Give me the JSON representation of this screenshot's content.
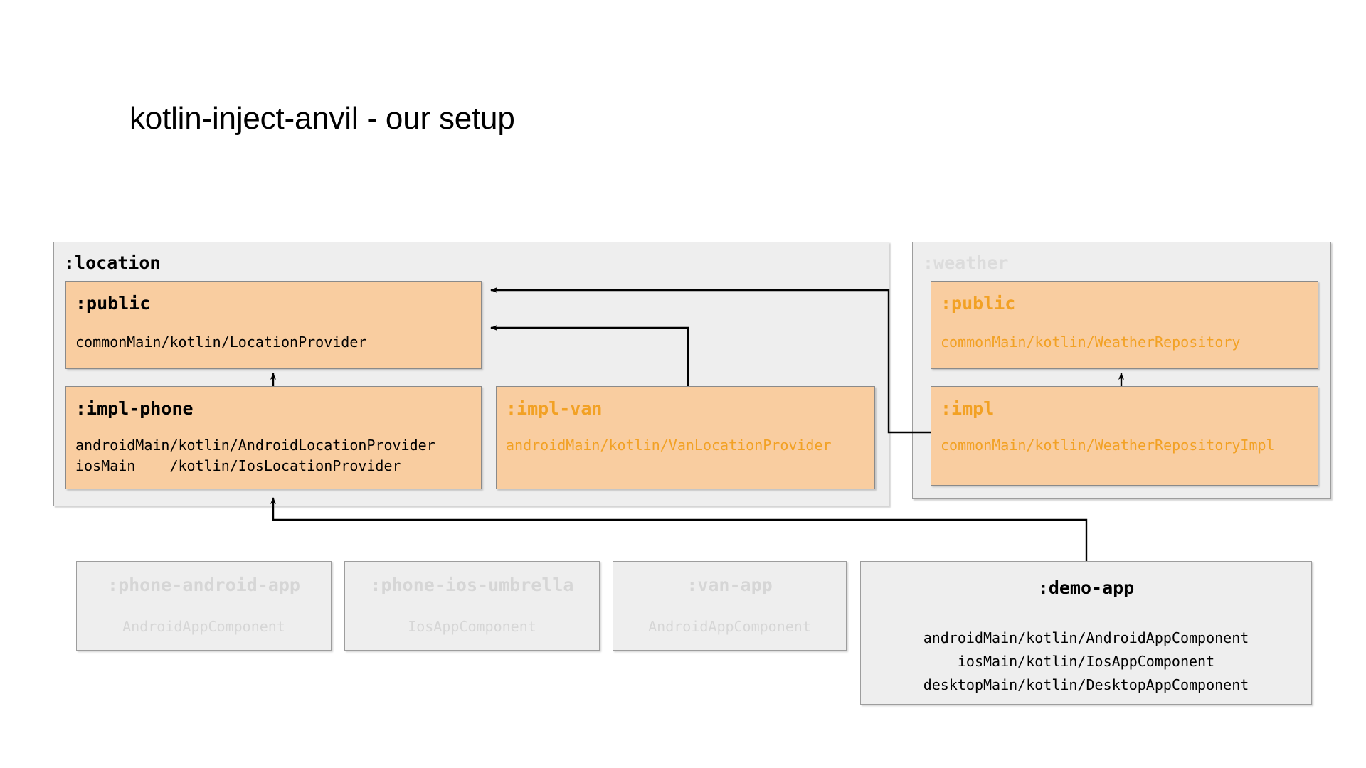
{
  "slide": {
    "title": "kotlin-inject-anvil - our setup",
    "background_color": "#ffffff"
  },
  "colors": {
    "module_fill": "#f9cda0",
    "module_border": "#8a8a8a",
    "group_fill": "#eeeeee",
    "group_border": "#9d9d9d",
    "text_active": "#000000",
    "text_orange": "#f2a124",
    "text_faded": "#d6d6d6",
    "connector": "#000000"
  },
  "groups": [
    {
      "id": "location",
      "label": ":location",
      "state": "active",
      "modules": [
        {
          "id": "location-public",
          "label": ":public",
          "state": "active",
          "sources": [
            "commonMain/kotlin/LocationProvider"
          ]
        },
        {
          "id": "location-impl-phone",
          "label": ":impl-phone",
          "state": "active",
          "sources": [
            "androidMain/kotlin/AndroidLocationProvider",
            "iosMain    /kotlin/IosLocationProvider"
          ]
        },
        {
          "id": "location-impl-van",
          "label": ":impl-van",
          "state": "orange",
          "sources": [
            "androidMain/kotlin/VanLocationProvider"
          ]
        }
      ]
    },
    {
      "id": "weather",
      "label": ":weather",
      "state": "faded",
      "modules": [
        {
          "id": "weather-public",
          "label": ":public",
          "state": "orange",
          "sources": [
            "commonMain/kotlin/WeatherRepository"
          ]
        },
        {
          "id": "weather-impl",
          "label": ":impl",
          "state": "orange",
          "sources": [
            "commonMain/kotlin/WeatherRepositoryImpl"
          ]
        }
      ]
    }
  ],
  "apps": [
    {
      "id": "phone-android-app",
      "label": ":phone-android-app",
      "state": "faded",
      "sources": [
        "AndroidAppComponent"
      ]
    },
    {
      "id": "phone-ios-umbrella",
      "label": ":phone-ios-umbrella",
      "state": "faded",
      "sources": [
        "IosAppComponent"
      ]
    },
    {
      "id": "van-app",
      "label": ":van-app",
      "state": "faded",
      "sources": [
        "AndroidAppComponent"
      ]
    },
    {
      "id": "demo-app",
      "label": ":demo-app",
      "state": "active",
      "sources": [
        "androidMain/kotlin/AndroidAppComponent",
        "iosMain/kotlin/IosAppComponent",
        "desktopMain/kotlin/DesktopAppComponent"
      ]
    }
  ],
  "connectors": [
    {
      "id": "impl-phone-to-public",
      "from": "location-impl-phone",
      "to": "location-public"
    },
    {
      "id": "impl-van-to-public",
      "from": "location-impl-van",
      "to": "location-public"
    },
    {
      "id": "weather-impl-to-public",
      "from": "weather-impl",
      "to": "weather-public"
    },
    {
      "id": "weather-impl-to-location-public",
      "from": "weather-impl",
      "to": "location-public"
    },
    {
      "id": "demo-app-to-impl-phone",
      "from": "demo-app",
      "to": "location-impl-phone"
    }
  ]
}
